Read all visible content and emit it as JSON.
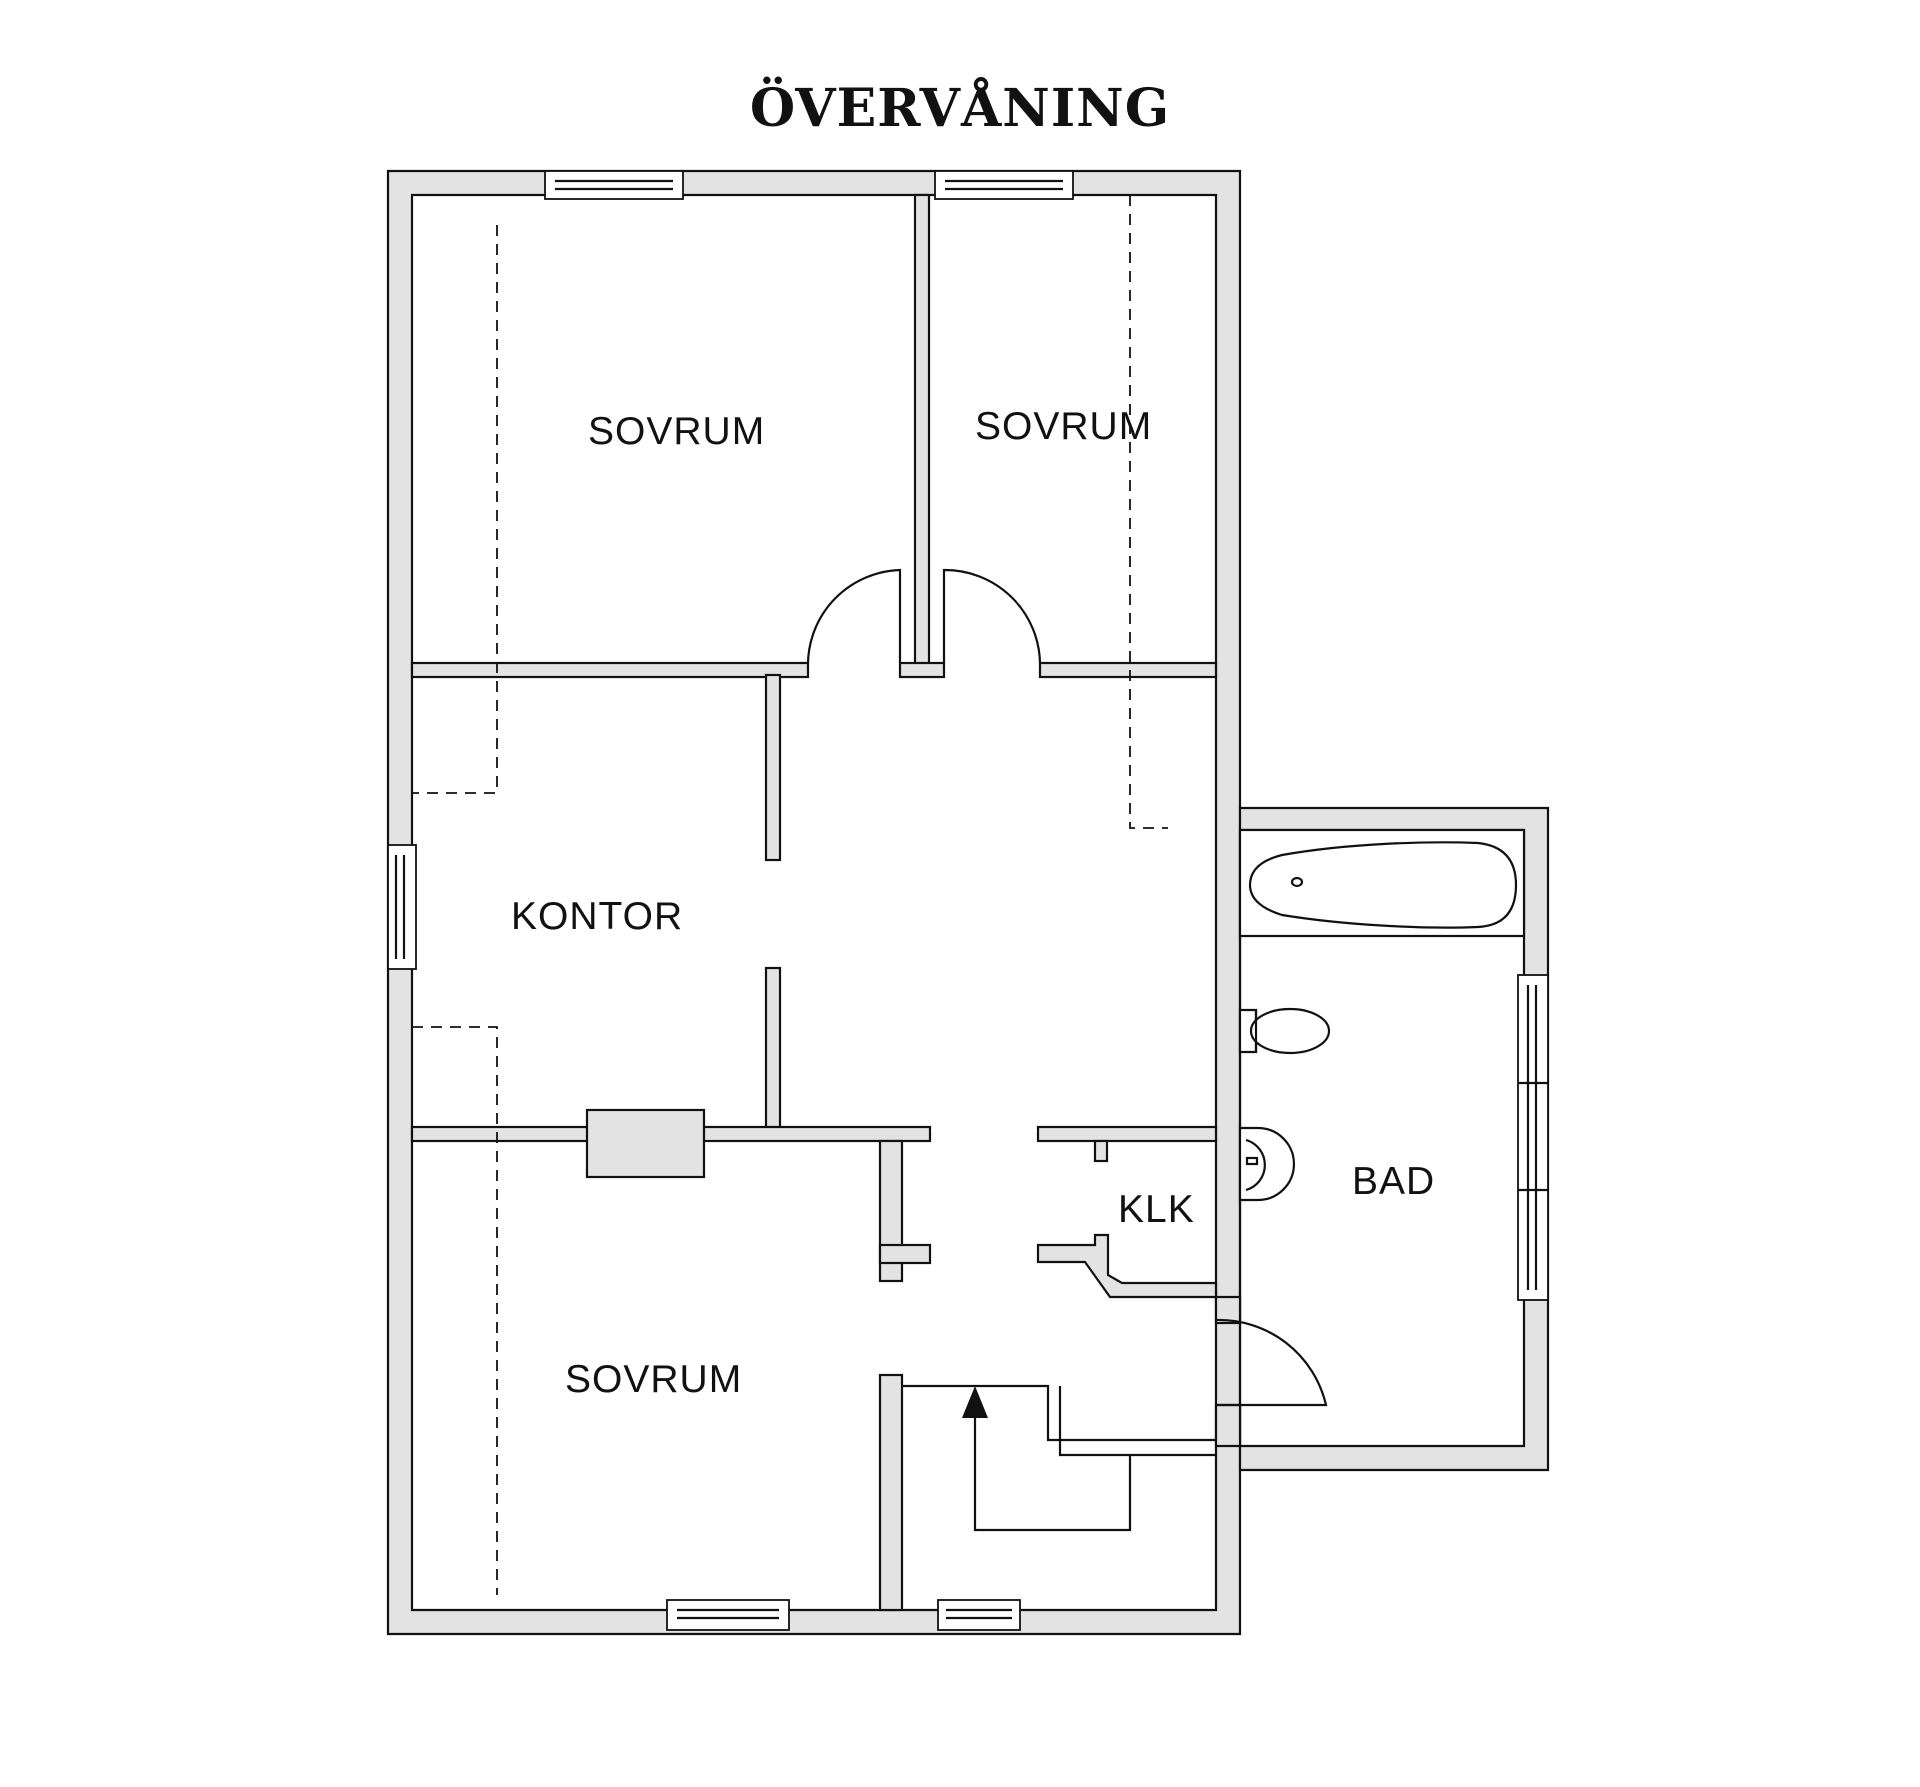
{
  "title": "ÖVERVÅNING",
  "rooms": {
    "bedroom_top_left": "SOVRUM",
    "bedroom_top_right": "SOVRUM",
    "office": "KONTOR",
    "bedroom_bottom": "SOVRUM",
    "closet": "KLK",
    "bath": "BAD"
  },
  "colors": {
    "wall_fill": "#e3e3e3",
    "line": "#111111",
    "background": "#ffffff"
  }
}
